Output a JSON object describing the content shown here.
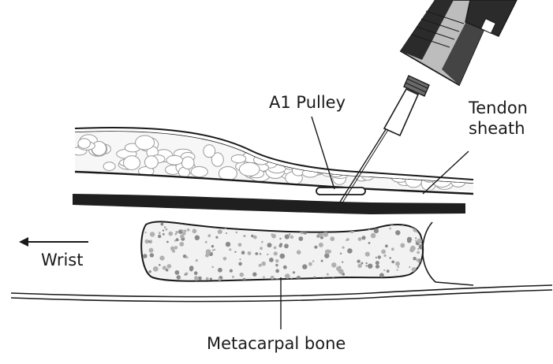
{
  "labels": {
    "a1_pulley": "A1 Pulley",
    "tendon": "Tendon",
    "sheath": "sheath",
    "wrist": "Wrist",
    "metacarpal_bone": "Metacarpal bone"
  },
  "colors": {
    "ink": "#1a1a1a",
    "tendon": "#1f1f1f",
    "fat_fill": "#f7f7f7",
    "bone_fill": "#f2f2f2",
    "speckle": "#8a8a8a",
    "syringe_dark": "#2b2b2b",
    "syringe_mid": "#6a6a6a",
    "syringe_light": "#bdbdbd"
  },
  "icons": {
    "needle": "syringe-needle-icon",
    "direction": "arrow-left-icon"
  }
}
